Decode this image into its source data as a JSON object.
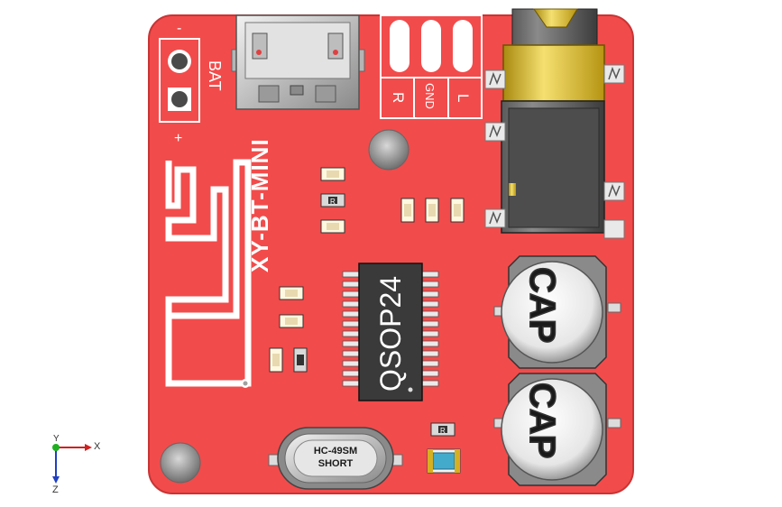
{
  "board": {
    "model": "XY-BT-MINI",
    "battery_label": "BAT",
    "battery_minus": "-",
    "battery_plus": "+",
    "audio_pins": [
      "R",
      "GND",
      "L"
    ],
    "chip_label": "QSOP24",
    "cap_label": "CAP",
    "crystal_line1": "HC-49SM",
    "crystal_line2": "SHORT",
    "resistor_mark": "R",
    "colors": {
      "pcb": "#f24b4b",
      "pcb_edge": "#d63a3a",
      "metal": "#c9c9c9",
      "chip": "#3a3a3a"
    }
  },
  "axes": {
    "x": "X",
    "y": "Y",
    "z": "Z"
  }
}
